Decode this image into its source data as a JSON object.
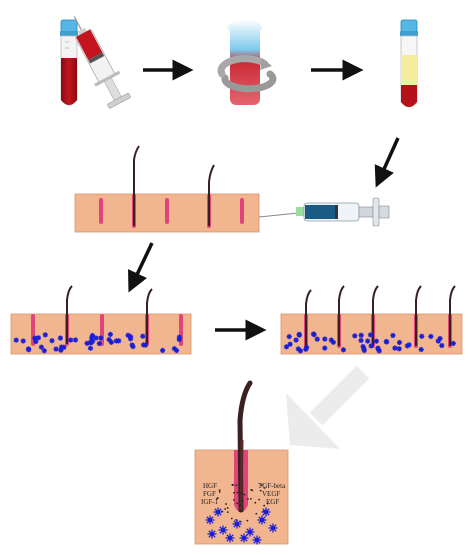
{
  "diagram": {
    "growth_factors_left": [
      "HGF",
      "FGF",
      "IGF-1"
    ],
    "growth_factors_right": [
      "TGF-beta",
      "VEGF",
      "EGF"
    ],
    "colors": {
      "skin": "#f1b58f",
      "skin_edge": "#d9956c",
      "blood": "#b5111b",
      "plasma": "#f3ee9f",
      "hair": "#3a2020",
      "follicle": "#e0457a",
      "platelet": "#1a1fd6",
      "tube_cap": "#55b7e6",
      "arrow": "#111111",
      "big_arrow": "#eeeeee"
    },
    "icons": [
      "blood-tube-icon",
      "syringe-icon",
      "centrifuge-icon",
      "plasma-tube-icon",
      "injection-syringe-icon"
    ]
  }
}
